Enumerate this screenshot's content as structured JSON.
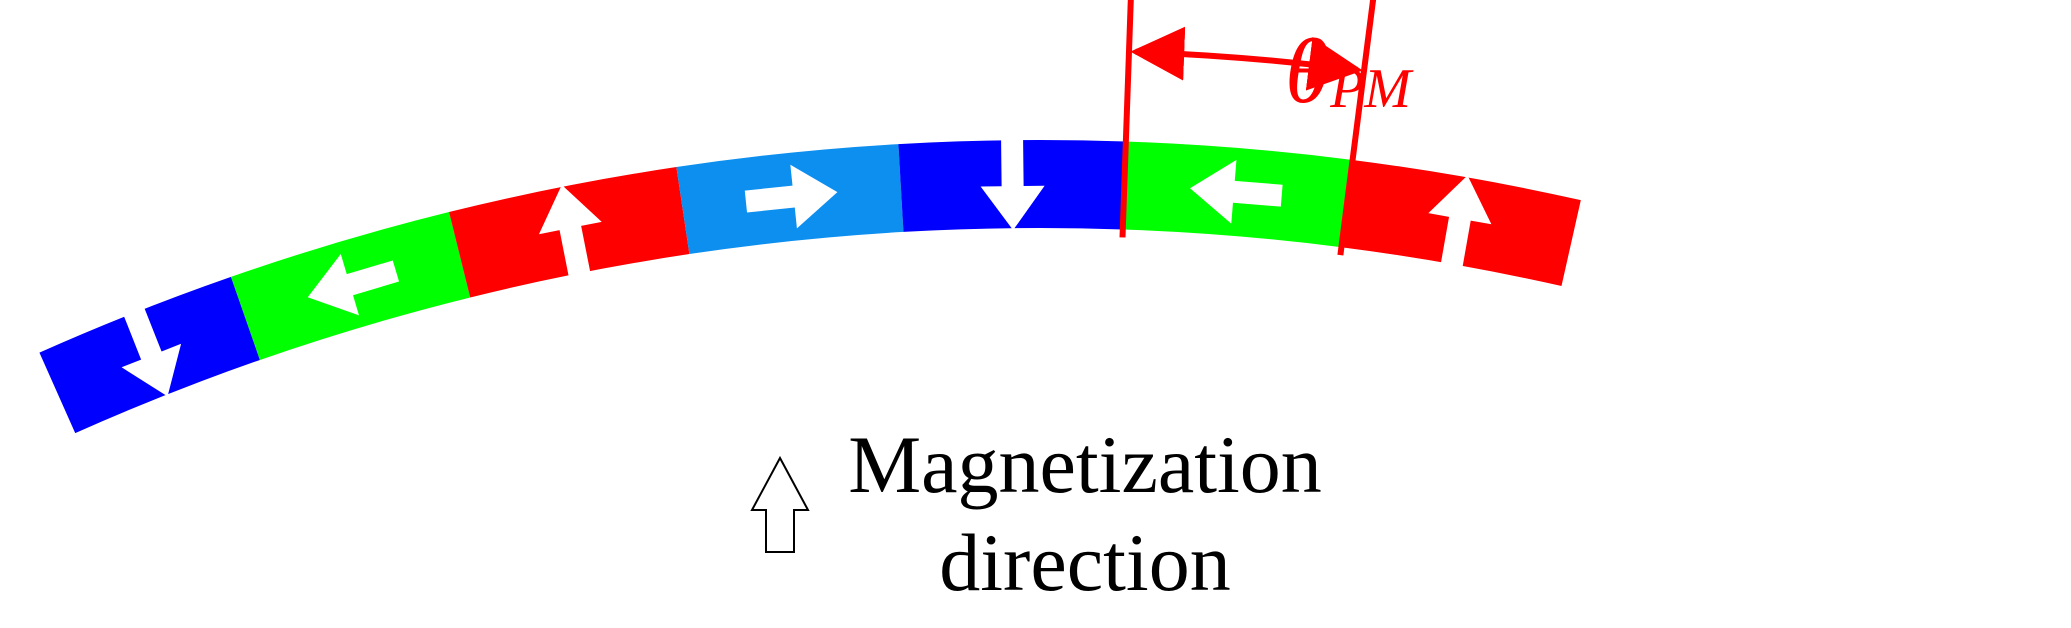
{
  "diagram": {
    "angle_label": {
      "symbol": "θ",
      "subscript": "PM",
      "color": "#ff0000"
    },
    "legend": {
      "line1": "Magnetization",
      "line2": "direction"
    },
    "arc_center": [
      1040,
      2600
    ],
    "segments": [
      {
        "color": "#0000ff",
        "arrow": "radial-in"
      },
      {
        "color": "#00ff00",
        "arrow": "tangent-left"
      },
      {
        "color": "#ff0000",
        "arrow": "radial-out"
      },
      {
        "color": "#0d8ff0",
        "arrow": "tangent-right"
      },
      {
        "color": "#0000ff",
        "arrow": "radial-in"
      },
      {
        "color": "#00ff00",
        "arrow": "tangent-left"
      },
      {
        "color": "#ff0000",
        "arrow": "radial-out"
      }
    ],
    "colors": {
      "blue": "#0000ff",
      "green": "#00ff00",
      "red": "#ff0000",
      "light_blue": "#0d8ff0",
      "arrow_fill": "#ffffff",
      "legend_arrow_stroke": "#000000"
    }
  }
}
